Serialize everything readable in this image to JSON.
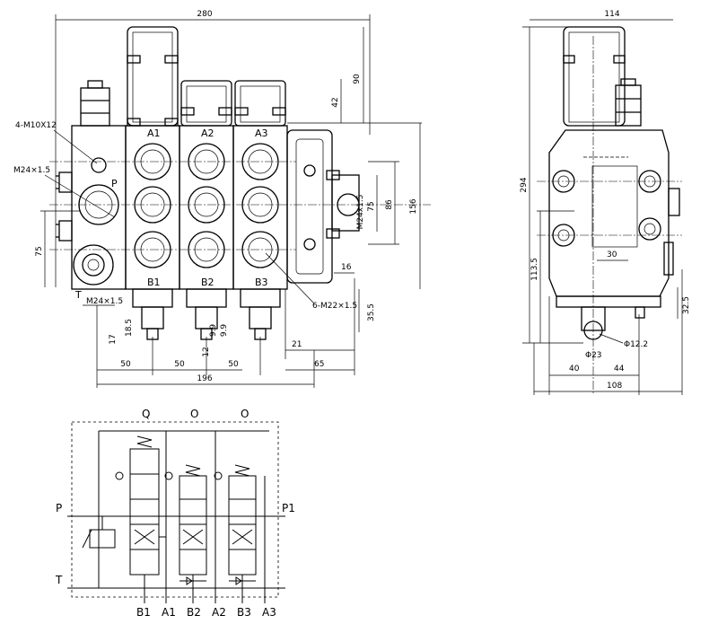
{
  "front_view": {
    "dims": {
      "overall_width": "280",
      "top_height": "90",
      "spool_cap": "42",
      "port_spacing": "75",
      "body_height": "156",
      "inlet_height": "86",
      "outlet_port": "M24x1.5",
      "outlet_span": "75",
      "outlet_offset": "16",
      "left_port_height": "75",
      "bottom_t": "35.5",
      "step_21": "21",
      "right_65": "65",
      "pitch_1": "50",
      "pitch_2": "50",
      "pitch_3": "50",
      "base_196": "196",
      "small_17": "17",
      "small_18": "18.5",
      "small_9a": "9.9",
      "small_9b": "9.9",
      "small_12": "12"
    },
    "callouts": {
      "bolts": "4-M10X12",
      "inlet_port": "M24×1.5",
      "work_ports": "6-M22×1.5",
      "tank_port": "M24×1.5",
      "pressure": "P",
      "tank": "T"
    },
    "sections": [
      "A1",
      "A2",
      "A3"
    ],
    "sections_b": [
      "B1",
      "B2",
      "B3"
    ]
  },
  "side_view": {
    "dims": {
      "top_width": "114",
      "height": "294",
      "lower_height": "113.5",
      "inner_30": "30",
      "right_32": "32.5",
      "dia_12": "Φ12.2",
      "dia_23": "Φ23",
      "left_40": "40",
      "right_44": "44",
      "base_108": "108"
    }
  },
  "schematic": {
    "top_labels": [
      "Q",
      "O",
      "O"
    ],
    "left_p": "P",
    "left_t": "T",
    "right_p1": "P1",
    "bottom_labels": [
      "B1",
      "A1",
      "B2",
      "A2",
      "B3",
      "A3"
    ]
  }
}
